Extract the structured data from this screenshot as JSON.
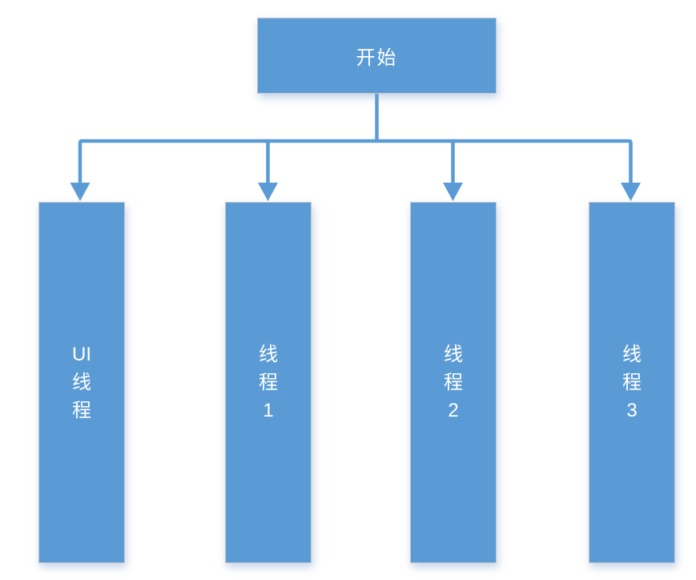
{
  "diagram": {
    "start": {
      "label": "开始"
    },
    "threads": [
      {
        "name": "UI线程",
        "lines": [
          "UI",
          "线",
          "程"
        ]
      },
      {
        "name": "线程1",
        "lines": [
          "线",
          "程",
          "1"
        ]
      },
      {
        "name": "线程2",
        "lines": [
          "线",
          "程",
          "2"
        ]
      },
      {
        "name": "线程3",
        "lines": [
          "线",
          "程",
          "3"
        ]
      }
    ],
    "colors": {
      "node_fill": "#5B9BD5",
      "node_border": "#C9C9C9",
      "connector": "#5B9BD5",
      "text": "#FFFFFF"
    }
  }
}
